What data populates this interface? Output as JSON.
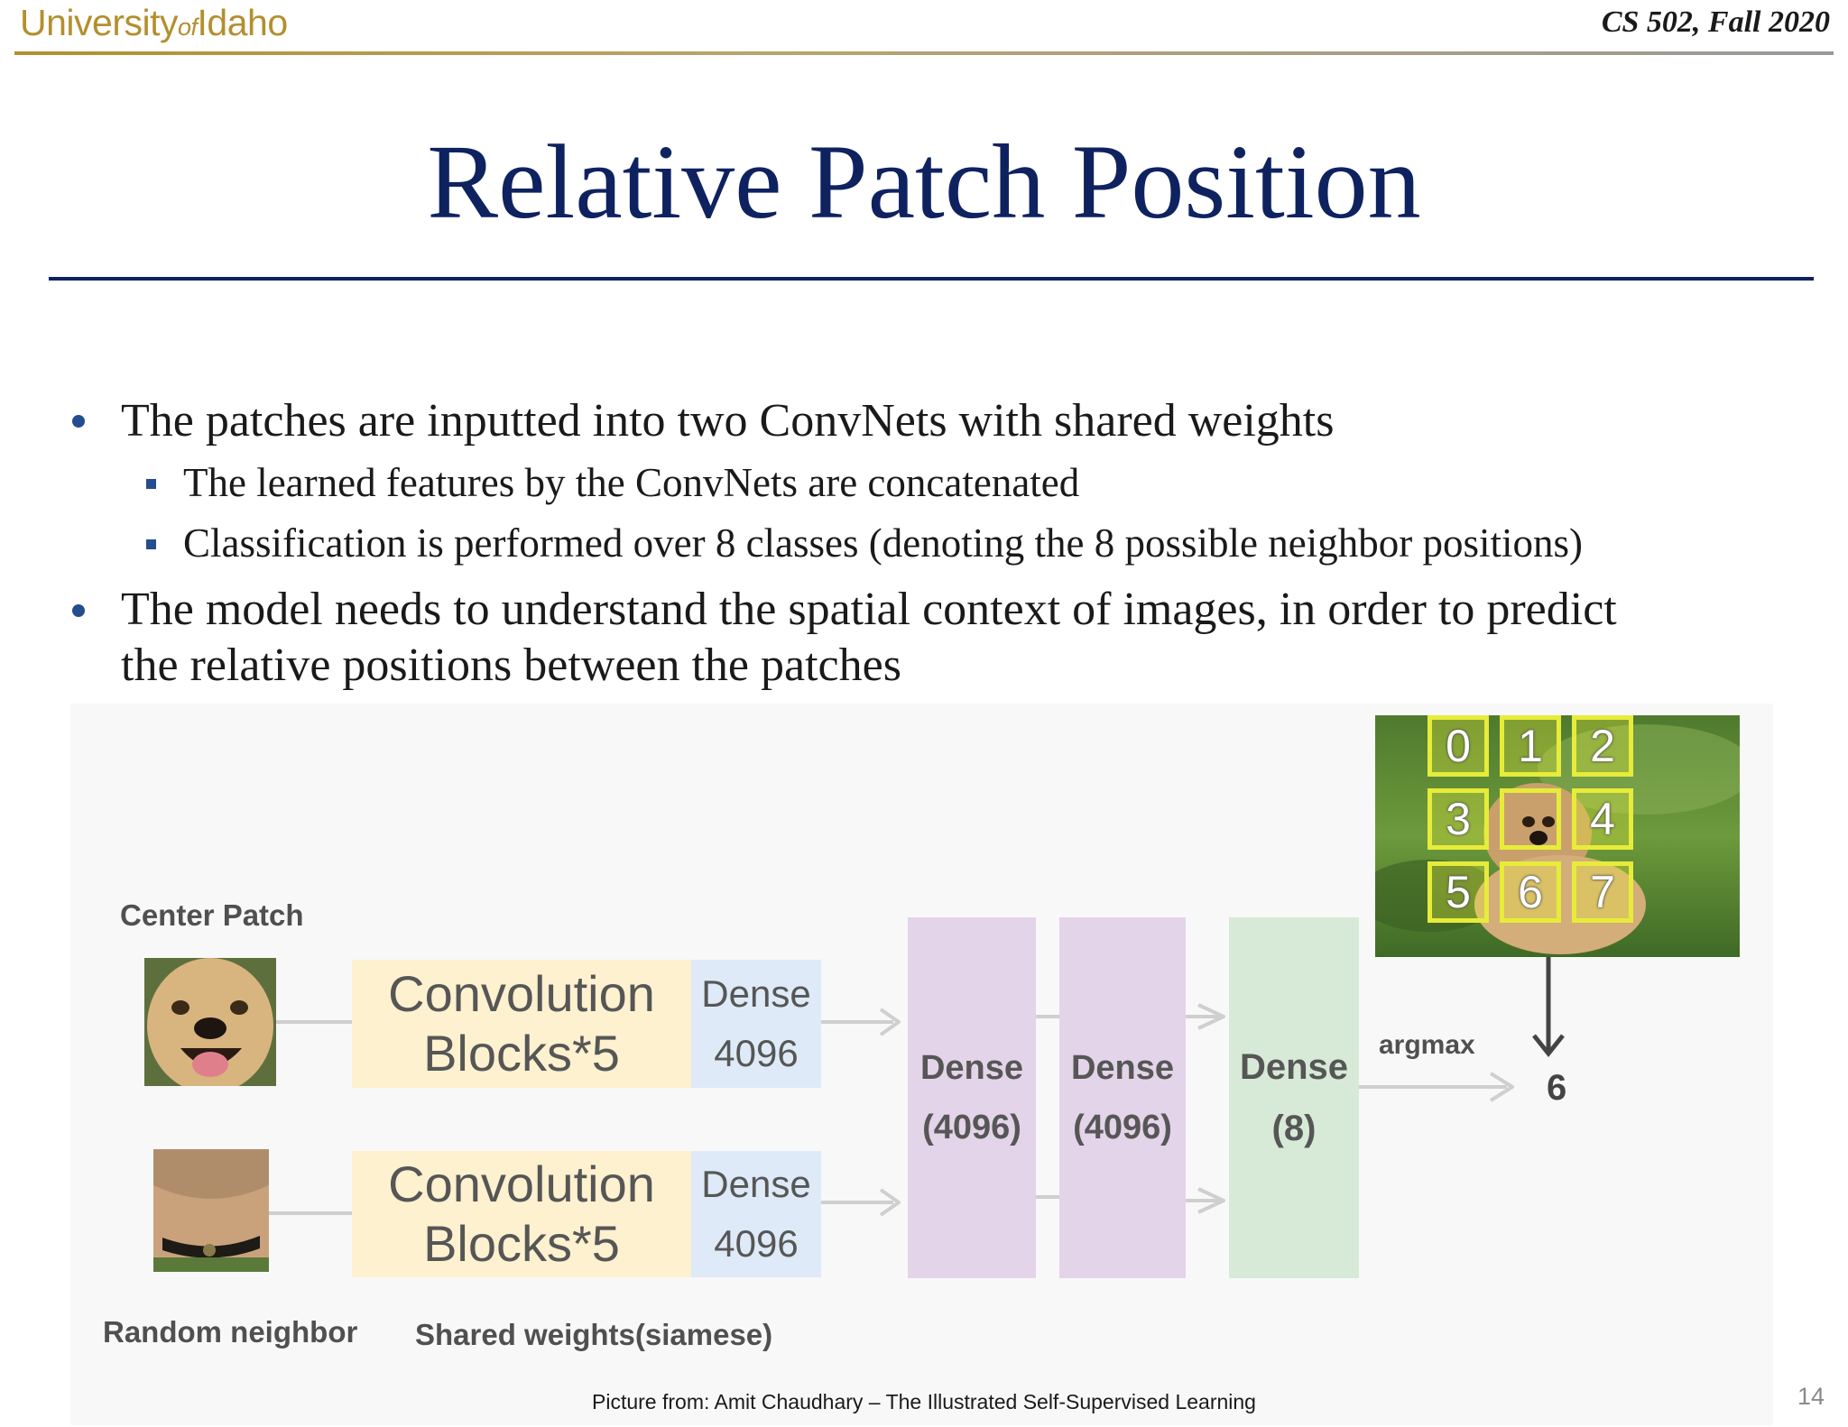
{
  "header": {
    "logo_main": "University",
    "logo_of": "of",
    "logo_tail": "Idaho",
    "course": "CS 502, Fall 2020"
  },
  "title": "Relative Patch Position",
  "bullets": [
    {
      "text": "The patches are inputted into two ConvNets with shared weights",
      "sub": [
        "The learned features by the ConvNets are concatenated",
        "Classification is performed over 8 classes (denoting the 8 possible neighbor positions)"
      ]
    },
    {
      "lines": [
        "The model needs to understand the spatial context of images, in order to predict",
        "the relative positions between the patches"
      ]
    }
  ],
  "figure": {
    "center_patch_label": "Center Patch",
    "random_neighbor_label": "Random neighbor",
    "shared_weights_label": "Shared weights(siamese)",
    "conv_line1": "Convolution",
    "conv_line2": "Blocks*5",
    "dense_small_line1": "Dense",
    "dense_small_line2": "4096",
    "dense1_line1": "Dense",
    "dense1_line2": "(4096)",
    "dense2_line1": "Dense",
    "dense2_line2": "(4096)",
    "dense3_line1": "Dense",
    "dense3_line2": "(8)",
    "argmax_label": "argmax",
    "output_value": "6",
    "grid_numbers": [
      "0",
      "1",
      "2",
      "3",
      "4",
      "5",
      "6",
      "7"
    ]
  },
  "caption": "Picture from: Amit Chaudhary – The Illustrated Self-Supervised Learning",
  "page_number": "14"
}
